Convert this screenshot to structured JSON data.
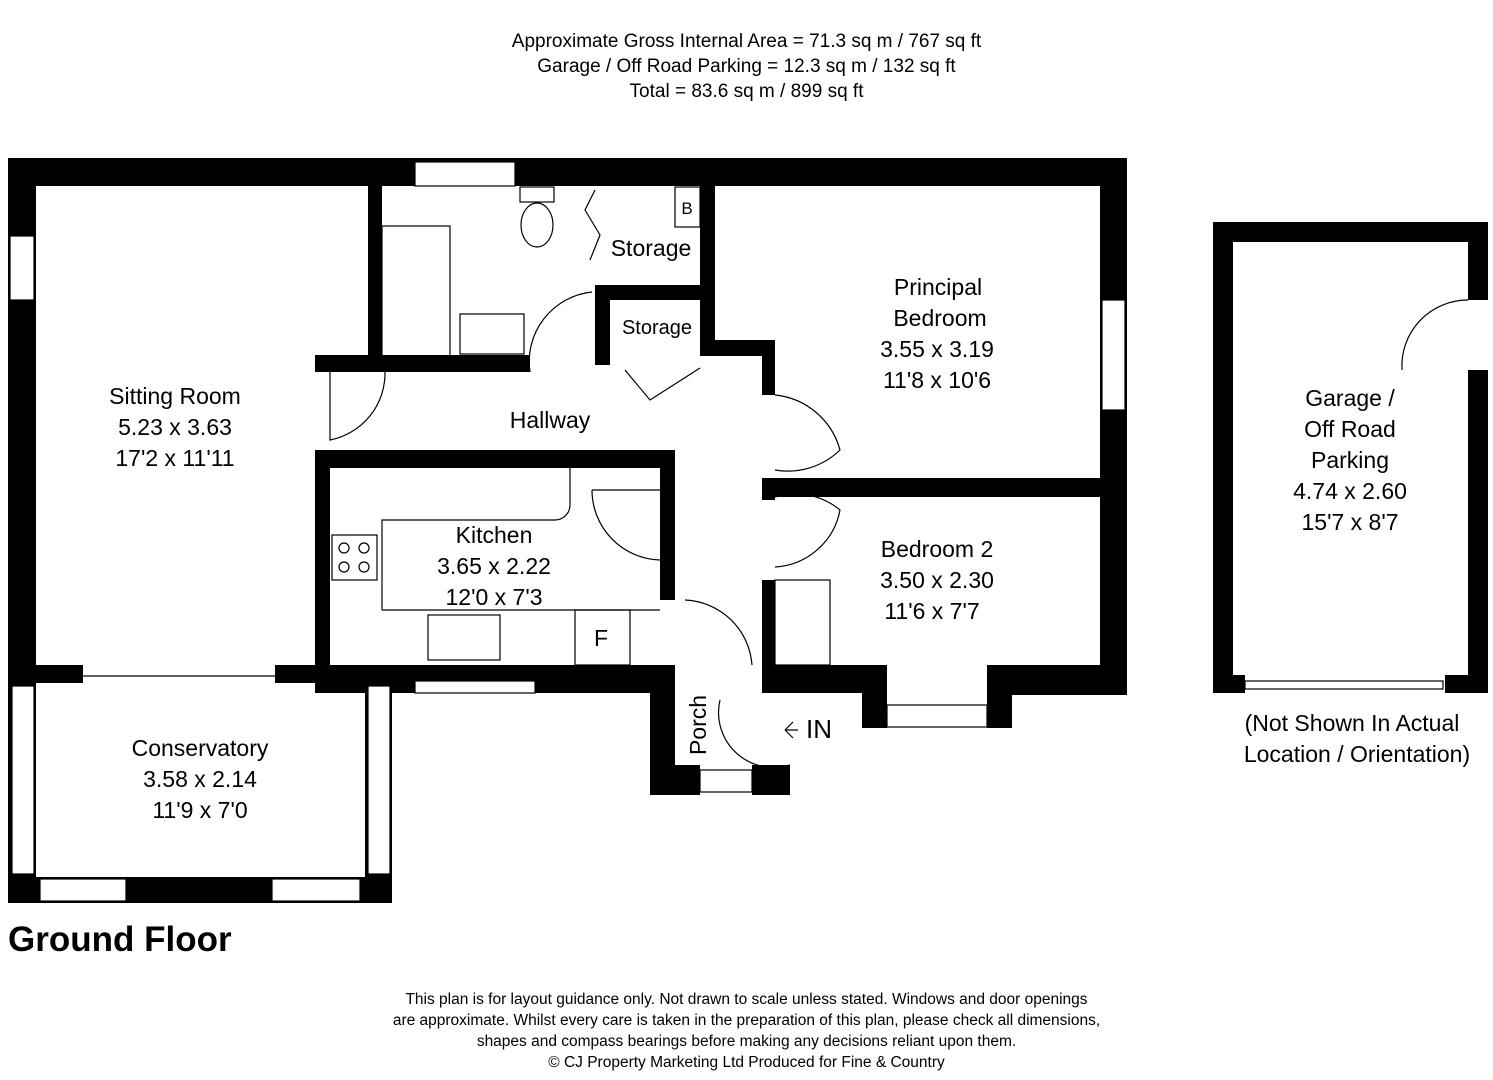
{
  "header": {
    "lines": [
      "Approximate Gross Internal Area = 71.3 sq m / 767 sq ft",
      "Garage / Off Road Parking = 12.3 sq m / 132 sq ft",
      "Total = 83.6 sq m / 899 sq ft"
    ]
  },
  "floor_label": "Ground Floor",
  "rooms": {
    "sitting": {
      "name": "Sitting Room",
      "metric": "5.23 x 3.63",
      "imperial": "17'2 x 11'11"
    },
    "conservatory": {
      "name": "Conservatory",
      "metric": "3.58 x 2.14",
      "imperial": "11'9 x 7'0"
    },
    "hallway": {
      "name": "Hallway"
    },
    "kitchen": {
      "name": "Kitchen",
      "metric": "3.65 x 2.22",
      "imperial": "12'0 x 7'3",
      "fridge": "F"
    },
    "storage1": {
      "name": "Storage",
      "boiler": "B"
    },
    "storage2": {
      "name": "Storage"
    },
    "principal": {
      "name1": "Principal",
      "name2": "Bedroom",
      "metric": "3.55 x 3.19",
      "imperial": "11'8 x 10'6"
    },
    "bedroom2": {
      "name": "Bedroom 2",
      "metric": "3.50 x 2.30",
      "imperial": "11'6 x 7'7"
    },
    "porch": {
      "name": "Porch",
      "entry": "IN"
    },
    "garage": {
      "name1": "Garage /",
      "name2": "Off Road",
      "name3": "Parking",
      "metric": "4.74 x 2.60",
      "imperial": "15'7 x 8'7",
      "note1": "(Not Shown In Actual",
      "note2": "Location / Orientation)"
    }
  },
  "footer": {
    "lines": [
      "This plan is for layout guidance only. Not drawn to scale unless stated. Windows and door openings",
      "are approximate. Whilst every care is taken in the preparation of this plan, please check all dimensions,",
      "shapes and compass bearings before making any decisions reliant upon them.",
      "© CJ Property Marketing Ltd Produced for Fine & Country"
    ]
  }
}
